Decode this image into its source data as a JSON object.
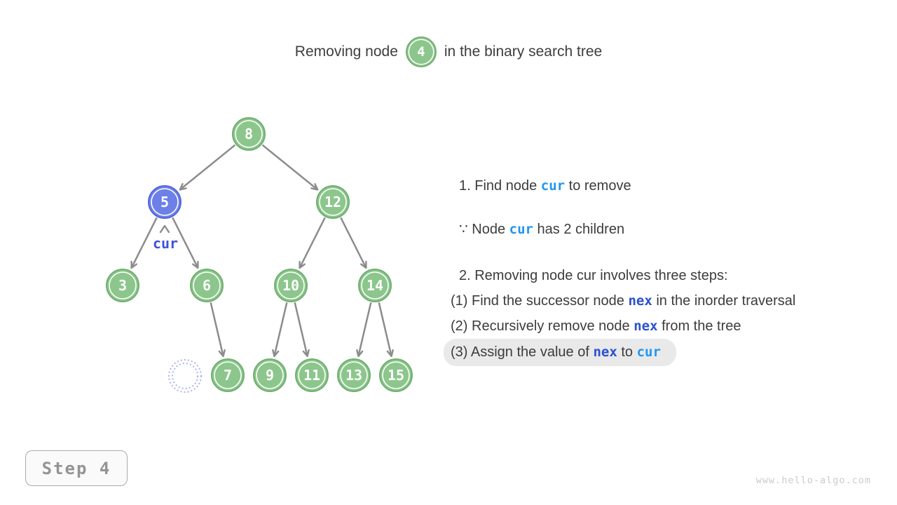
{
  "title": {
    "prefix": "Removing node",
    "node_value": "4",
    "suffix": "in the binary search tree"
  },
  "tree": {
    "values": {
      "n8": "8",
      "n5": "5",
      "n12": "12",
      "n3": "3",
      "n6": "6",
      "n10": "10",
      "n14": "14",
      "n7": "7",
      "n9": "9",
      "n11": "11",
      "n13": "13",
      "n15": "15"
    },
    "cur_label": "cur",
    "highlighted_node": "5",
    "removed_node_ghost": "empty-dotted-circle"
  },
  "panel": {
    "lines": [
      {
        "segments": [
          {
            "t": "1. Find node "
          },
          {
            "t": "cur"
          },
          {
            "t": " to remove"
          }
        ]
      },
      {
        "segments": [
          {
            "t": "∵ Node "
          },
          {
            "t": "cur"
          },
          {
            "t": " has 2 children"
          }
        ]
      },
      {
        "segments": [
          {
            "t": "2. Removing node cur involves three steps:"
          }
        ]
      },
      {
        "segments": [
          {
            "t": "(1) Find the successor node "
          },
          {
            "t": "nex"
          },
          {
            "t": " in the inorder traversal"
          }
        ]
      },
      {
        "segments": [
          {
            "t": "(2) Recursively remove node "
          },
          {
            "t": "nex"
          },
          {
            "t": " from the tree"
          }
        ]
      },
      {
        "segments": [
          {
            "t": "(3) Assign the value of "
          },
          {
            "t": "nex"
          },
          {
            "t": " to "
          },
          {
            "t": "cur"
          }
        ],
        "highlighted": true
      }
    ]
  },
  "footer": {
    "step_label": "Step 4",
    "watermark": "www.hello-algo.com"
  },
  "colors": {
    "node_green": "#8cc68c",
    "node_green_border": "#72b072",
    "node_blue": "#6d80e8",
    "node_blue_border": "#5468dd",
    "edge_gray": "#8c8c8c",
    "cur_blue": "#2196f3",
    "nex_blue": "#2b50d0",
    "cur_pointer_label": "#3d52d5",
    "ghost_ring": "#a8b3f1",
    "highlight_bg": "#e9e9e9",
    "text": "#3c3c3c"
  }
}
